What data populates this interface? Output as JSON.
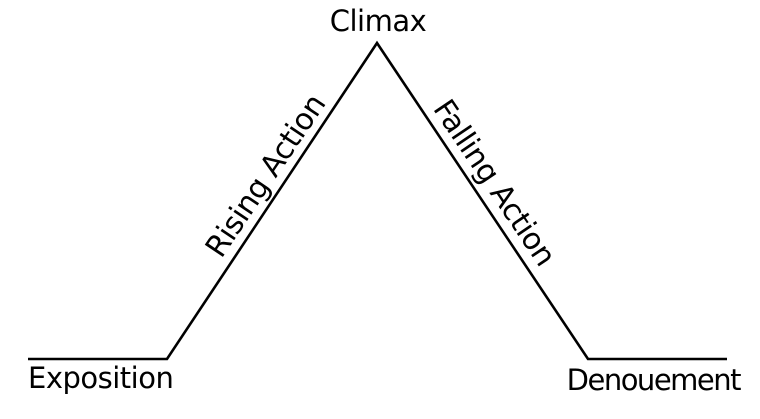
{
  "diagram": {
    "labels": {
      "climax": "Climax",
      "exposition": "Exposition",
      "denouement": "Denouement",
      "rising_action": "Rising Action",
      "falling_action": "Falling Action"
    },
    "colors": {
      "line": "#000000",
      "text": "#000000",
      "background": "#ffffff"
    }
  }
}
